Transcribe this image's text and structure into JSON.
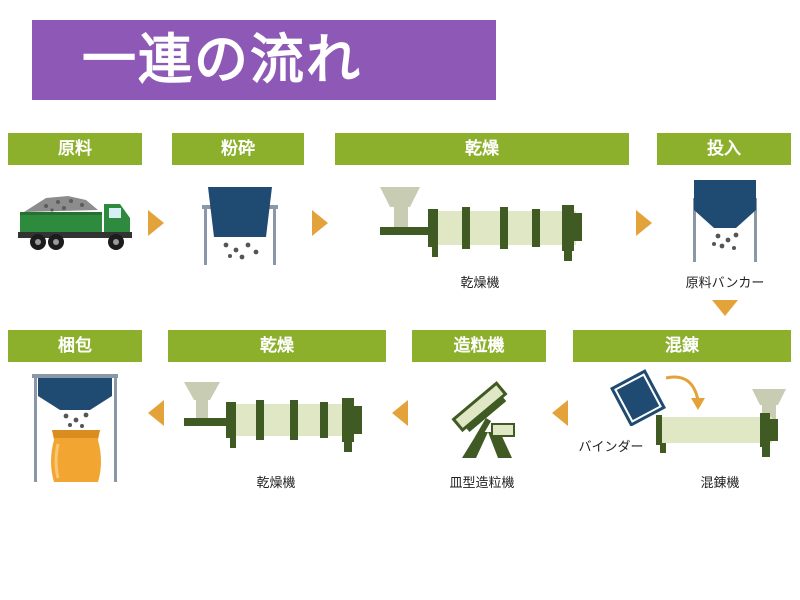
{
  "title": "一連の流れ",
  "steps": {
    "raw_material": "原料",
    "crushing": "粉砕",
    "drying_1": "乾燥",
    "input": "投入",
    "mixing": "混錬",
    "granulation": "造粒機",
    "drying_2": "乾燥",
    "packing": "梱包"
  },
  "captions": {
    "dryer_1": "乾燥機",
    "hopper": "原料バンカー",
    "binder": "バインダー",
    "mixer": "混錬機",
    "pan_granulator": "皿型造粒機",
    "dryer_2": "乾燥機"
  },
  "colors": {
    "banner": "#8e58b6",
    "step_bar": "#8cb02b",
    "arrow": "#e4a23a",
    "machine_navy": "#1f4b72",
    "machine_green": "#3f5a22",
    "machine_light": "#dfe7c4",
    "truck_green": "#2e8a3c",
    "bag_orange": "#f2a531"
  }
}
